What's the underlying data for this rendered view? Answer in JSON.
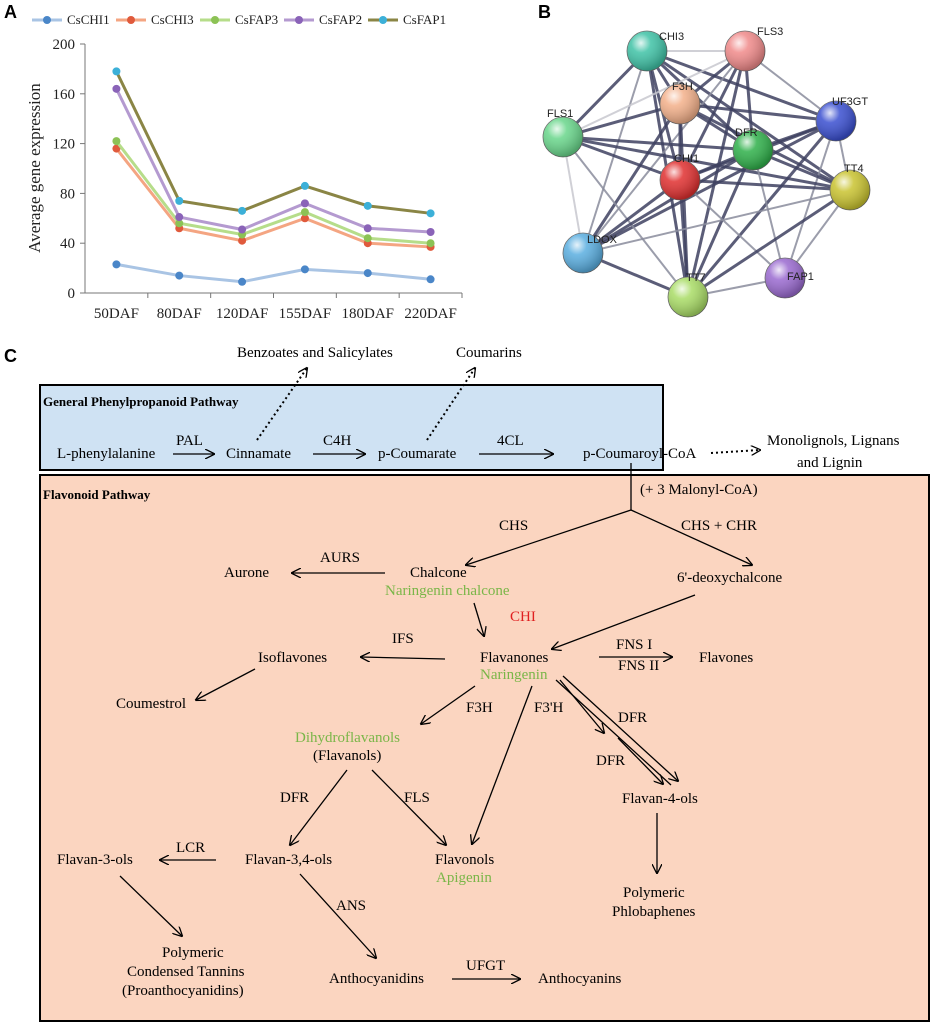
{
  "panels": {
    "a": "A",
    "b": "B",
    "c": "C"
  },
  "chart_data": {
    "type": "line",
    "ylabel": "Average gene expression",
    "xlabel": "",
    "categories": [
      "50DAF",
      "80DAF",
      "120DAF",
      "155DAF",
      "180DAF",
      "220DAF"
    ],
    "ylim": [
      0,
      200
    ],
    "yticks": [
      0,
      40,
      80,
      120,
      160,
      200
    ],
    "legend_position": "top",
    "series": [
      {
        "name": "CsCHI1",
        "values": [
          23,
          14,
          9,
          19,
          16,
          11
        ],
        "line_color": "#a9c4e4",
        "marker_color": "#4a86c8"
      },
      {
        "name": "CsCHI3",
        "values": [
          116,
          52,
          42,
          60,
          40,
          37
        ],
        "line_color": "#f4a582",
        "marker_color": "#e05a3c"
      },
      {
        "name": "CsFAP3",
        "values": [
          122,
          56,
          47,
          65,
          44,
          40
        ],
        "line_color": "#b6dd8a",
        "marker_color": "#8cc255"
      },
      {
        "name": "CsFAP2",
        "values": [
          164,
          61,
          51,
          72,
          52,
          49
        ],
        "line_color": "#b49ad0",
        "marker_color": "#8a63b8"
      },
      {
        "name": "CsFAP1",
        "values": [
          178,
          74,
          66,
          86,
          70,
          64
        ],
        "line_color": "#8a8545",
        "marker_color": "#3cb0d8"
      }
    ]
  },
  "network": {
    "nodes": [
      {
        "label": "CHI3",
        "color": "#3fc2a6"
      },
      {
        "label": "FLS3",
        "color": "#f08a8a"
      },
      {
        "label": "F3H",
        "color": "#f3b08a"
      },
      {
        "label": "UF3GT",
        "color": "#3a4fd0"
      },
      {
        "label": "FLS1",
        "color": "#69d68b"
      },
      {
        "label": "DFR",
        "color": "#2fb04a"
      },
      {
        "label": "CHI1",
        "color": "#e03030"
      },
      {
        "label": "TT4",
        "color": "#c9c330"
      },
      {
        "label": "LDOX",
        "color": "#5aaee0"
      },
      {
        "label": "FAP1",
        "color": "#9a6ad0"
      },
      {
        "label": "TT7",
        "color": "#a9dc66"
      }
    ]
  },
  "pathway": {
    "general_title": "General Phenylpropanoid Pathway",
    "flavonoid_title": "Flavonoid Pathway",
    "general_fill": "#cfe2f3",
    "flavonoid_fill": "#fbd5c0",
    "benzoates": "Benzoates and Salicylates",
    "coumarins": "Coumarins",
    "l_phe": "L-phenylalanine",
    "pal": "PAL",
    "cinnamate": "Cinnamate",
    "c4h": "C4H",
    "p_coumarate": "p-Coumarate",
    "cl4": "4CL",
    "p_coumaroyl": "p-Coumaroyl-CoA",
    "monolignols_1": "Monolignols, Lignans",
    "monolignols_2": "and Lignin",
    "malonyl": "(+ 3 Malonyl-CoA)",
    "chs": "CHS",
    "chs_chr": "CHS + CHR",
    "aurs": "AURS",
    "aurone": "Aurone",
    "chalcone": "Chalcone",
    "naringenin_chalcone": "Naringenin chalcone",
    "deoxychalcone": "6'-deoxychalcone",
    "chi": "CHI",
    "ifs": "IFS",
    "isoflavones": "Isoflavones",
    "flavanones": "Flavanones",
    "naringenin": "Naringenin",
    "fns": "FNS I",
    "fns2": "FNS II",
    "flavones": "Flavones",
    "coumestrol": "Coumestrol",
    "f3h": "F3H",
    "f3ph": "F3'H",
    "dfr1": "DFR",
    "dfr2": "DFR",
    "dihydroflavanols": "Dihydroflavanols",
    "flavanols": "(Flavanols)",
    "dfr3": "DFR",
    "fls": "FLS",
    "flavan4ols": "Flavan-4-ols",
    "lcr": "LCR",
    "flavan3ols": "Flavan-3-ols",
    "flavan34ols": "Flavan-3,4-ols",
    "flavonols": "Flavonols",
    "apigenin": "Apigenin",
    "polymeric_phlob_1": "Polymeric",
    "polymeric_phlob_2": "Phlobaphenes",
    "ans": "ANS",
    "tannins_1": "Polymeric",
    "tannins_2": "Condensed Tannins",
    "tannins_3": "(Proanthocyanidins)",
    "anthocyanidins": "Anthocyanidins",
    "ufgt": "UFGT",
    "anthocyanins": "Anthocyanins"
  }
}
